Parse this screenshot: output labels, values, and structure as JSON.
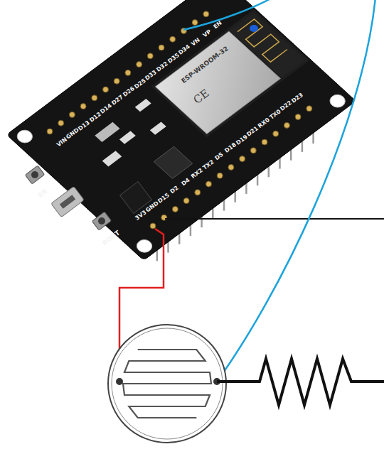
{
  "diagram": {
    "labels": [
      "VIN",
      "GND",
      "D13",
      "D12",
      "D14",
      "D27",
      "D26",
      "D25",
      "D33",
      "D32",
      "D35",
      "D34",
      "VN",
      "VP",
      "EN",
      "3V3",
      "GND",
      "D15",
      "D2",
      "D4",
      "RX2",
      "TX2",
      "D5",
      "D18",
      "D19",
      "D21",
      "RX0",
      "TX0",
      "D22",
      "D23",
      "EN",
      "BOOT",
      "ESP-WROOM-32",
      "CE"
    ]
  }
}
